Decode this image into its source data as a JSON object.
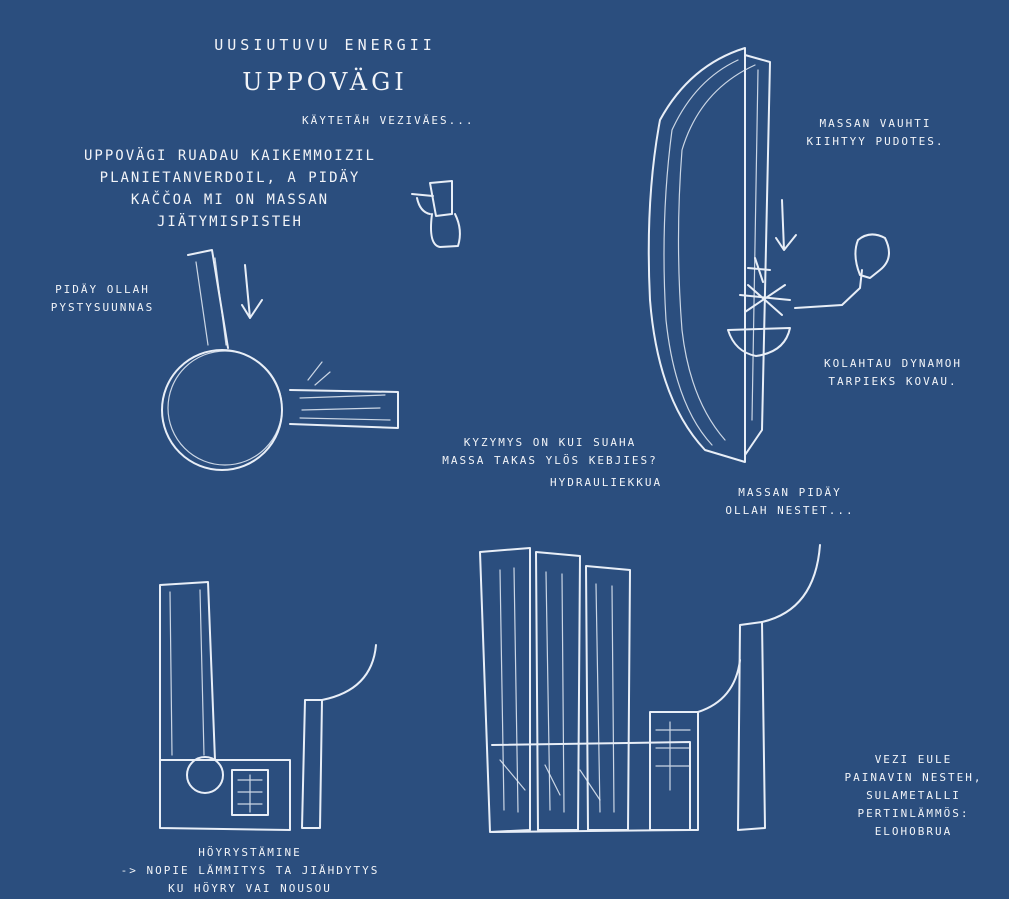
{
  "heading": {
    "subtitle": "uusiutuvu energii",
    "title": "Uppovägi",
    "tagline": "käytetäh veziväes..."
  },
  "intro": "Uppovägi ruadau kaikemmoizil\nplanietanverdoil, a pidäy\nkaččoa mi on massan\njiätymispisteh",
  "notes": {
    "vertical": "pidäy ollah\npystysuunnas",
    "speed": "massan vauhti\nkiihtyy pudotes.",
    "dynamo": "kolahtau dynamoh\ntarpieks kovau.",
    "question": "kyzymys on kui suaha\nmassa takas ylös kebjies?",
    "hydraulic": "hydrauliekkua",
    "liquid": "massan pidäy\nollah nestet...",
    "water": "vezi eule\npainavin nesteh,\nsulametalli\npertinlämmös:\nelohobrua",
    "steam": "höyrystämine\n-> nopie lämmitys ta jiähdytys\nku höyry vai nousou"
  }
}
